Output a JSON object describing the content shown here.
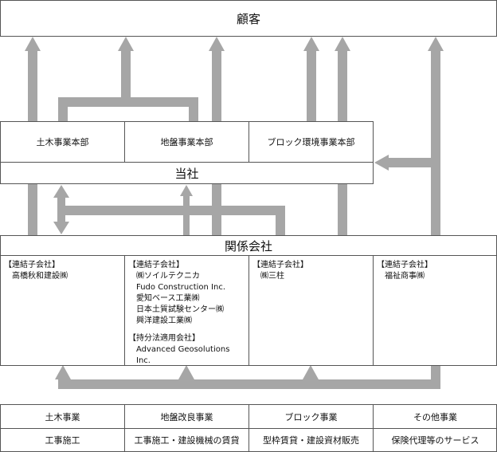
{
  "customer": "顧客",
  "divisions": [
    "土木事業本部",
    "地盤事業本部",
    "ブロック環境事業本部"
  ],
  "company": "当社",
  "affiliates_title": "関係会社",
  "affiliates": [
    {
      "heading": "【連結子会社】",
      "items": [
        "高橋秋和建設㈱"
      ]
    },
    {
      "heading": "【連結子会社】",
      "items": [
        "㈱ソイルテクニカ",
        "Fudo Construction Inc.",
        "愛知ベース工業㈱",
        "日本土質試験センター㈱",
        "興洋建設工業㈱"
      ],
      "heading2": "【持分法適用会社】",
      "items2": [
        "Advanced Geosolutions Inc."
      ]
    },
    {
      "heading": "【連結子会社】",
      "items": [
        "㈱三柱"
      ]
    },
    {
      "heading": "【連結子会社】",
      "items": [
        "福祉商事㈱"
      ]
    }
  ],
  "segments": [
    "土木事業",
    "地盤改良事業",
    "ブロック事業",
    "その他事業"
  ],
  "segment_activities": [
    "工事施工",
    "工事施工・建設機械の賃貸",
    "型枠賃貸・建設資材販売",
    "保険代理等のサービス"
  ],
  "colors": {
    "arrow": "#a6a6a6",
    "border": "#555555"
  }
}
